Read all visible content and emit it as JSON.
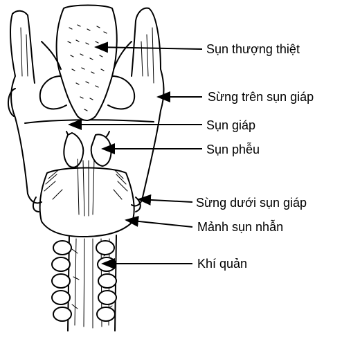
{
  "diagram": {
    "labels": [
      {
        "id": "epiglottis",
        "text": "Sụn thượng thiệt"
      },
      {
        "id": "superior-horn",
        "text": "Sừng trên sụn giáp"
      },
      {
        "id": "thyroid-cartilage",
        "text": "Sụn giáp"
      },
      {
        "id": "arytenoid",
        "text": "Sụn phễu"
      },
      {
        "id": "inferior-horn",
        "text": "Sừng dưới sụn giáp"
      },
      {
        "id": "cricoid-lamina",
        "text": "Mảnh sụn nhẫn"
      },
      {
        "id": "trachea",
        "text": "Khí quản"
      }
    ]
  }
}
